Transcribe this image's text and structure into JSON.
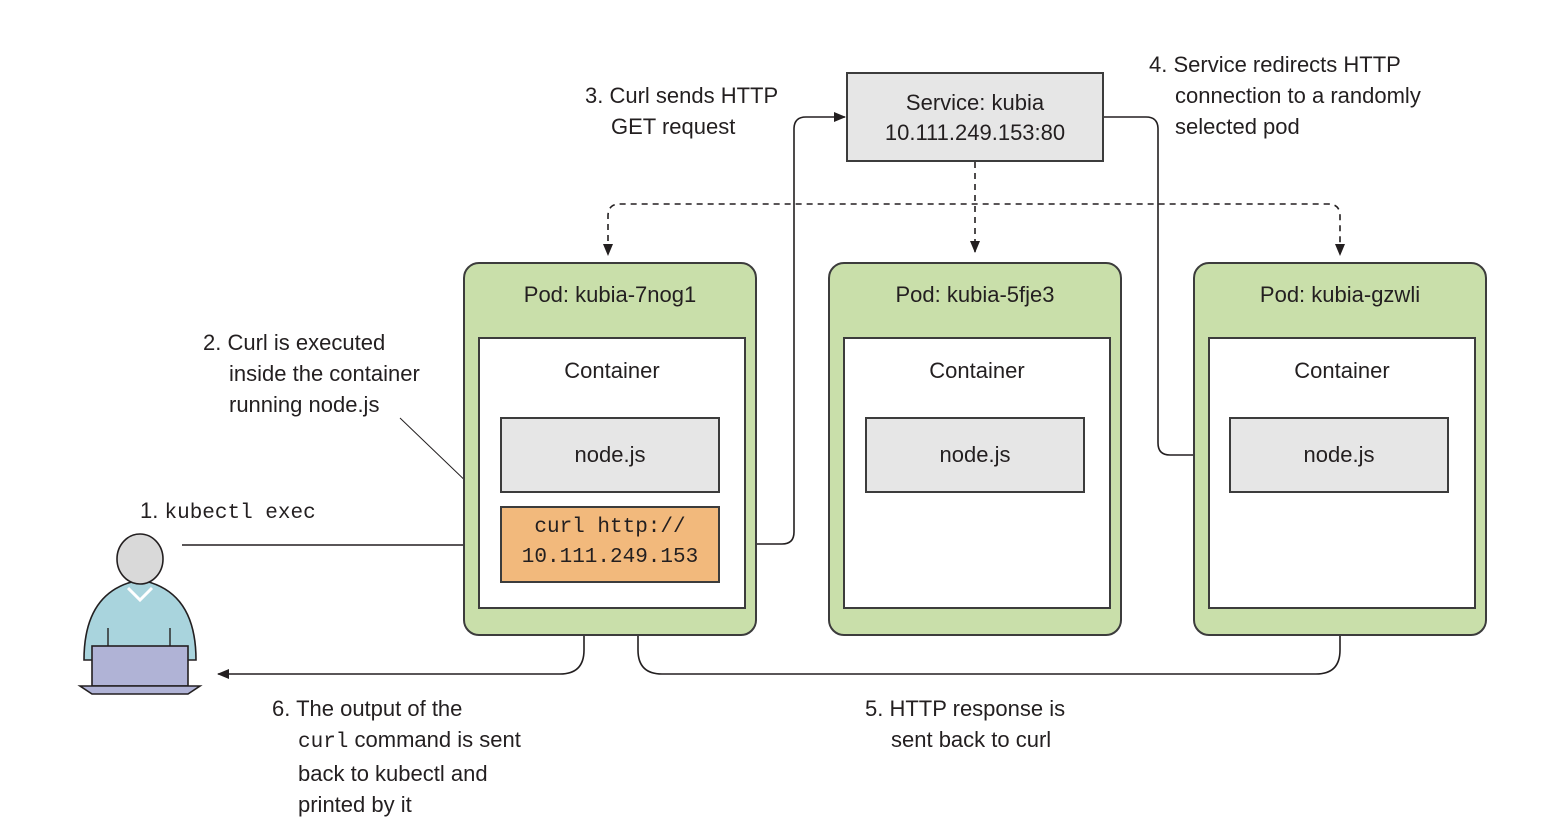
{
  "service": {
    "name": "Service: kubia",
    "address": "10.111.249.153:80"
  },
  "pods": [
    {
      "title": "Pod: kubia-7nog1",
      "container": "Container",
      "app": "node.js"
    },
    {
      "title": "Pod: kubia-5fje3",
      "container": "Container",
      "app": "node.js"
    },
    {
      "title": "Pod: kubia-gzwli",
      "container": "Container",
      "app": "node.js"
    }
  ],
  "curl": {
    "line1": "curl http://",
    "line2": "10.111.249.153"
  },
  "steps": {
    "s1": {
      "num": "1.",
      "cmd": "kubectl exec"
    },
    "s2": {
      "line1": "2. Curl is executed",
      "line2": "inside the container",
      "line3": "running node.js"
    },
    "s3": {
      "line1": "3. Curl sends HTTP",
      "line2": "GET request"
    },
    "s4": {
      "line1": "4. Service redirects HTTP",
      "line2": "connection to a randomly",
      "line3": "selected pod"
    },
    "s5": {
      "line1": "5. HTTP response is",
      "line2": "sent back to curl"
    },
    "s6": {
      "line1": "6. The output of the",
      "cmd": "curl",
      "line2_rest": " command is sent",
      "line3": "back to kubectl and",
      "line4": "printed by it"
    }
  },
  "colors": {
    "pod": "#c9dfaa",
    "curl": "#f2b97c",
    "box": "#e6e6e6",
    "person_shirt": "#a9d4dd",
    "laptop": "#b0b3d6"
  }
}
